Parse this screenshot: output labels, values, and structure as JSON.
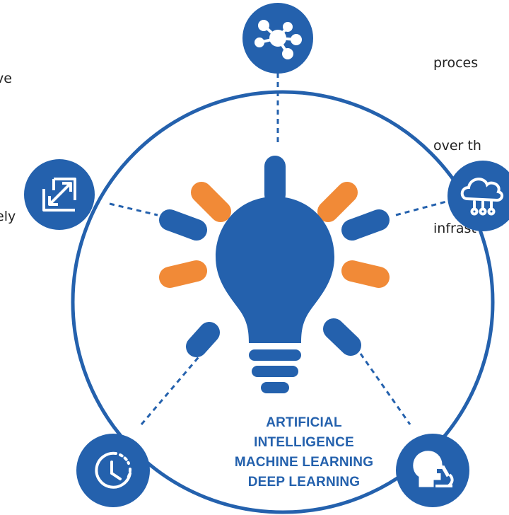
{
  "side_text": {
    "left": [
      "ve",
      "",
      "ely"
    ],
    "right": [
      "proces",
      "over th",
      "infrast"
    ]
  },
  "center_labels": [
    "ARTIFICIAL",
    "INTELLIGENCE",
    "MACHINE LEARNING",
    "DEEP LEARNING"
  ],
  "nodes": [
    {
      "id": "network",
      "icon": "network-nodes-icon"
    },
    {
      "id": "cloud",
      "icon": "cloud-network-icon"
    },
    {
      "id": "science",
      "icon": "head-microscope-icon"
    },
    {
      "id": "time",
      "icon": "clock-refresh-icon"
    },
    {
      "id": "expand",
      "icon": "expand-arrows-icon"
    }
  ],
  "colors": {
    "primary_blue": "#2461ad",
    "accent_orange": "#f18a37",
    "text": "#222222"
  }
}
